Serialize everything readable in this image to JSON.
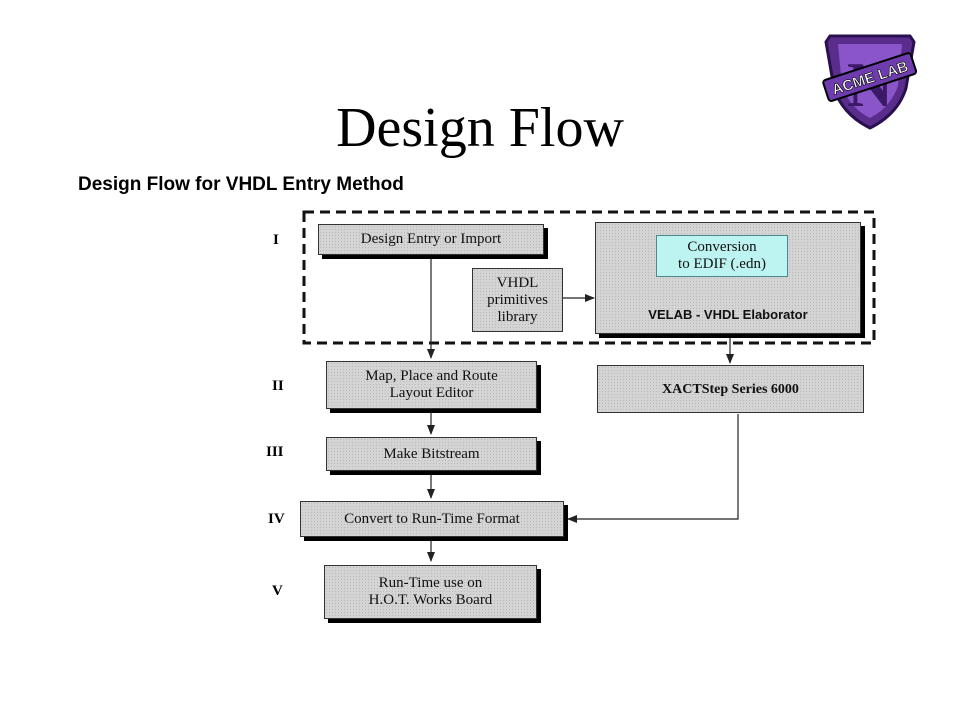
{
  "page_title": "Design Flow",
  "logo": {
    "text": "ACME LAB",
    "letter": "N",
    "colors": {
      "outer": "#5a2d8c",
      "inner": "#8a55c8",
      "letter": "#3a1a66"
    }
  },
  "diagram": {
    "subtitle": "Design Flow for VHDL Entry Method",
    "stages": [
      "I",
      "II",
      "III",
      "IV",
      "V"
    ],
    "nodes": {
      "design_entry": "Design Entry or Import",
      "vhdl_primitives": "VHDL\nprimitives\nlibrary",
      "conversion": "Conversion\nto EDIF (.edn)",
      "velab": "VELAB - VHDL Elaborator",
      "map_place_route": "Map, Place and Route\nLayout Editor",
      "xactstep": "XACTStep Series 6000",
      "make_bitstream": "Make Bitstream",
      "convert_runtime": "Convert to Run-Time Format",
      "runtime_use": "Run-Time use on\nH.O.T. Works Board"
    },
    "colors": {
      "box_fill": "#d4d4d4",
      "conversion_fill": "#bdf3f1",
      "line": "#222222"
    }
  }
}
